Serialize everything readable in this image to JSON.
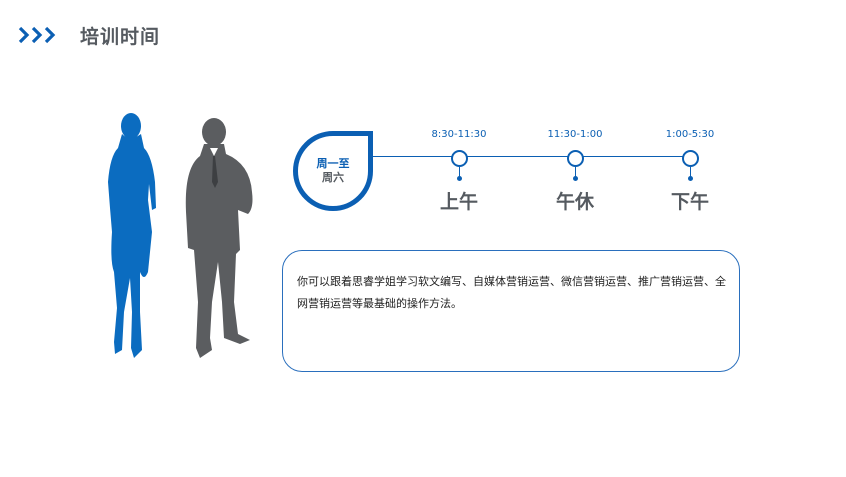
{
  "header": {
    "title": "培训时间",
    "icon": "triple-chevron-right-icon",
    "accent_color": "#0b5fb3"
  },
  "badge": {
    "line1": "周一至",
    "line2": "周六"
  },
  "timeline": [
    {
      "time": "8:30-11:30",
      "label": "上午"
    },
    {
      "time": "11:30-1:00",
      "label": "午休"
    },
    {
      "time": "1:00-5:30",
      "label": "下午"
    }
  ],
  "description": {
    "text": "你可以跟着思睿学姐学习软文编写、自媒体营销运营、微信营销运营、推广营销运营、全网营销运营等最基础的操作方法。"
  },
  "illustration": {
    "icons": [
      "businesswoman-silhouette-icon",
      "businessman-silhouette-icon"
    ],
    "colors": {
      "woman": "#0b6cc0",
      "man": "#5b5d60"
    }
  }
}
